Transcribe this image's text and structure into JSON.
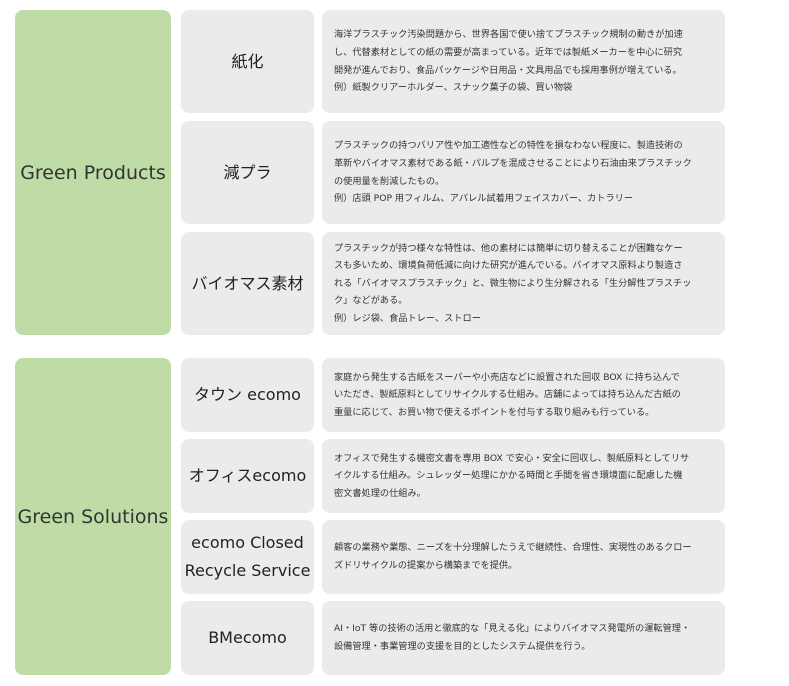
{
  "products": {
    "category": "Green Products",
    "items": [
      {
        "label": "紙化",
        "description": "海洋プラスチック汚染問題から、世界各国で使い捨てプラスチック規制の動きが加速\nし、代替素材としての紙の需要が高まっている。近年では製紙メーカーを中心に研究\n開発が進んでおり、食品パッケージや日用品・文具用品でも採用事例が増えている。\n例）紙製クリアーホルダー、スナック菓子の袋、買い物袋"
      },
      {
        "label": "減プラ",
        "description": "プラスチックの持つバリア性や加工適性などの特性を損なわない程度に、製造技術の\n革新やバイオマス素材である紙・パルプを混成させることにより石油由来プラスチック\nの使用量を削減したもの。\n例）店頭 POP 用フィルム、アパレル試着用フェイスカバー、カトラリー"
      },
      {
        "label": "バイオマス素材",
        "description": "プラスチックが持つ様々な特性は、他の素材には簡単に切り替えることが困難なケー\nスも多いため、環境負荷低減に向けた研究が進んでいる。バイオマス原料より製造さ\nれる「バイオマスプラスチック」と、微生物により生分解される「生分解性プラスチッ\nク」などがある。\n例）レジ袋、食品トレー、ストロー"
      }
    ]
  },
  "solutions": {
    "category": "Green Solutions",
    "items": [
      {
        "label": "タウン ecomo",
        "description": "家庭から発生する古紙をスーパーや小売店などに設置された回収 BOX に持ち込んで\nいただき、製紙原料としてリサイクルする仕組み。店舗によっては持ち込んだ古紙の\n重量に応じて、お買い物で使えるポイントを付与する取り組みも行っている。"
      },
      {
        "label": "オフィスecomo",
        "description": "オフィスで発生する機密文書を専用 BOX で安心・安全に回収し、製紙原料としてリサ\nイクルする仕組み。シュレッダー処理にかかる時間と手間を省き環境面に配慮した機\n密文書処理の仕組み。"
      },
      {
        "label": "ecomo Closed\nRecycle Service",
        "description": "顧客の業務や業態、ニーズを十分理解したうえで継続性、合理性、実現性のあるクロー\nズドリサイクルの提案から構築までを提供。"
      },
      {
        "label": "BMecomo",
        "description": "AI・IoT 等の技術の活用と徹底的な「見える化」によりバイオマス発電所の運転管理・\n設備管理・事業管理の支援を目的としたシステム提供を行う。"
      }
    ]
  }
}
